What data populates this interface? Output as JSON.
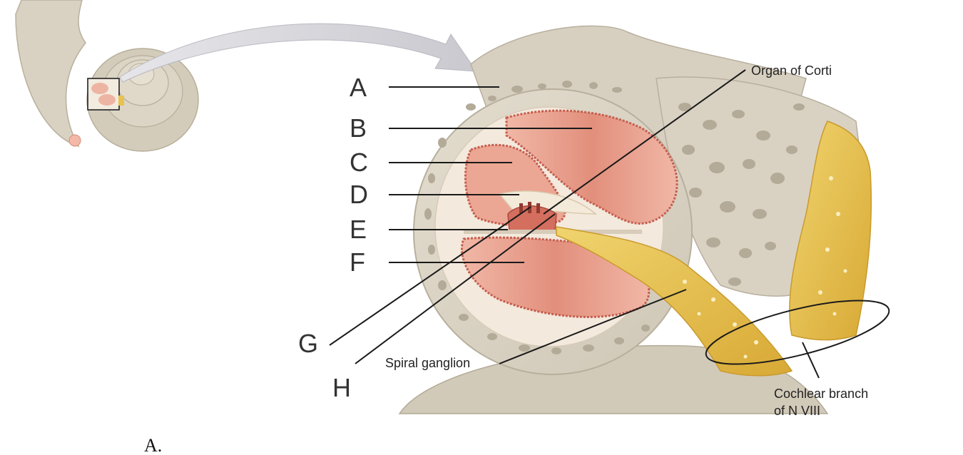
{
  "diagram": {
    "labels": {
      "a": "A",
      "b": "B",
      "c": "C",
      "d": "D",
      "e": "E",
      "f": "F",
      "g": "G",
      "h": "H"
    },
    "callouts": {
      "organ_of_corti": "Organ of Corti",
      "spiral_ganglion": "Spiral ganglion",
      "cochlear_branch_line1": "Cochlear branch",
      "cochlear_branch_line2": "of N VIII"
    },
    "caption": "A.",
    "colors": {
      "bone": "#d8d1c2",
      "bone_cavity": "#b5ad9c",
      "duct": "#e8a08e",
      "duct_wall": "#c65e4f",
      "nerve": "#e7c24e",
      "inset": "#d9d2c2"
    }
  }
}
